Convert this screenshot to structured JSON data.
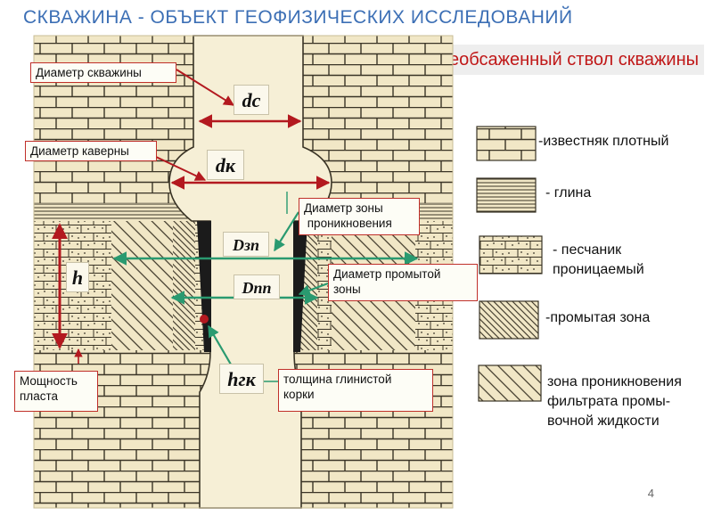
{
  "title": "СКВАЖИНА - ОБЪЕКТ  ГЕОФИЗИЧЕСКИХ ИССЛЕДОВАНИЙ",
  "subtitle": "необсаженный ствол скважины",
  "labels": {
    "well_diameter": "Диаметр скважины",
    "cavern_diameter": "Диаметр каверны",
    "invasion_diameter_line1": "Диаметр зоны",
    "invasion_diameter_line2": " проникновения",
    "flushed_diameter_line1": "Диаметр промытой",
    "flushed_diameter_line2": "зоны",
    "bed_thickness_line1": "Мощность",
    "bed_thickness_line2": "пласта",
    "mudcake_line1": "толщина глинистой",
    "mudcake_line2": "корки"
  },
  "symbols": {
    "dc_main": "d",
    "dc_sub": "c",
    "dk_main": "d",
    "dk_sub": "к",
    "dzp_main": "D",
    "dzp_sub": "зп",
    "dpp_main": "D",
    "dpp_sub": "пп",
    "h": "h",
    "hgk_main": "h",
    "hgk_sub": "гк"
  },
  "legend": [
    {
      "name": "limestone",
      "line1": "-известняк плотный",
      "line2": ""
    },
    {
      "name": "clay",
      "line1": "- глина",
      "line2": ""
    },
    {
      "name": "sandstone",
      "line1": "- песчаник",
      "line2": "проницаемый"
    },
    {
      "name": "flushed",
      "line1": "-промытая зона",
      "line2": ""
    },
    {
      "name": "invasion",
      "line1": "зона проникновения",
      "line2": "фильтрата промы-",
      "line3": "вочной жидкости"
    }
  ],
  "page_number": "4",
  "colors": {
    "title": "#3c6fb5",
    "subtitle": "#c01818",
    "arrow_red": "#b3191f",
    "arrow_green": "#2a9a70",
    "paper": "#f1e7c6",
    "ink": "#3a3426"
  }
}
